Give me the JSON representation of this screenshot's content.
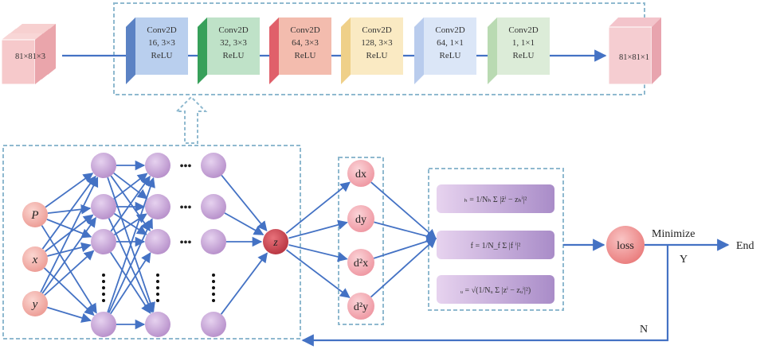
{
  "cnn": {
    "input_label": "81×81×3",
    "output_label": "81×81×1",
    "layers": [
      {
        "line1": "Conv2D",
        "line2": "16, 3×3",
        "line3": "ReLU",
        "front": "#b9cfee",
        "side": "#5b82c4",
        "top": "#8fb0e0"
      },
      {
        "line1": "Conv2D",
        "line2": "32, 3×3",
        "line3": "ReLU",
        "front": "#bfe2c8",
        "side": "#37a05a",
        "top": "#7fc796"
      },
      {
        "line1": "Conv2D",
        "line2": "64, 3×3",
        "line3": "ReLU",
        "front": "#f3bcae",
        "side": "#e0606a",
        "top": "#ee8c86"
      },
      {
        "line1": "Conv2D",
        "line2": "128, 3×3",
        "line3": "ReLU",
        "front": "#faeac3",
        "side": "#efd089",
        "top": "#f4dca2"
      },
      {
        "line1": "Conv2D",
        "line2": "64, 1×1",
        "line3": "ReLU",
        "front": "#dbe6f7",
        "side": "#b9cced",
        "top": "#c9d9f2"
      },
      {
        "line1": "Conv2D",
        "line2": "1, 1×1",
        "line3": "ReLU",
        "front": "#dcecd8",
        "side": "#b9dab2",
        "top": "#c9e2c2"
      }
    ]
  },
  "mlp": {
    "inputs": [
      "P",
      "x",
      "y"
    ],
    "dots_h": "•••",
    "dots_v": "•••••"
  },
  "output_node": "z",
  "derivatives": [
    "dx",
    "dy",
    "d²x",
    "d²y"
  ],
  "loss_terms": [
    {
      "id": "b",
      "text": "ₕ = 1/Nₕ Σ |ẑⁱ − zₕⁱ|²"
    },
    {
      "id": "f",
      "text": "f = 1/N_f Σ |f ⁱ|²"
    },
    {
      "id": "u",
      "text": "ᵤ = √(1/Nᵤ Σ |zⁱ − zᵤⁱ|²)"
    }
  ],
  "loss_node": "loss",
  "minimize_label": "Minimize",
  "yes_label": "Y",
  "no_label": "N",
  "end_label": "End",
  "colors": {
    "arrow": "#4472c4",
    "dashed_box": "#8fb9cf",
    "neuron_fill": "#c9a6d9",
    "input_fill": "#f2a9a2",
    "z_fill": "#c94754",
    "deriv_fill": "#f3a5ad",
    "loss_fill": "#ef8f8f",
    "term_fill": "#c9a6d6"
  }
}
